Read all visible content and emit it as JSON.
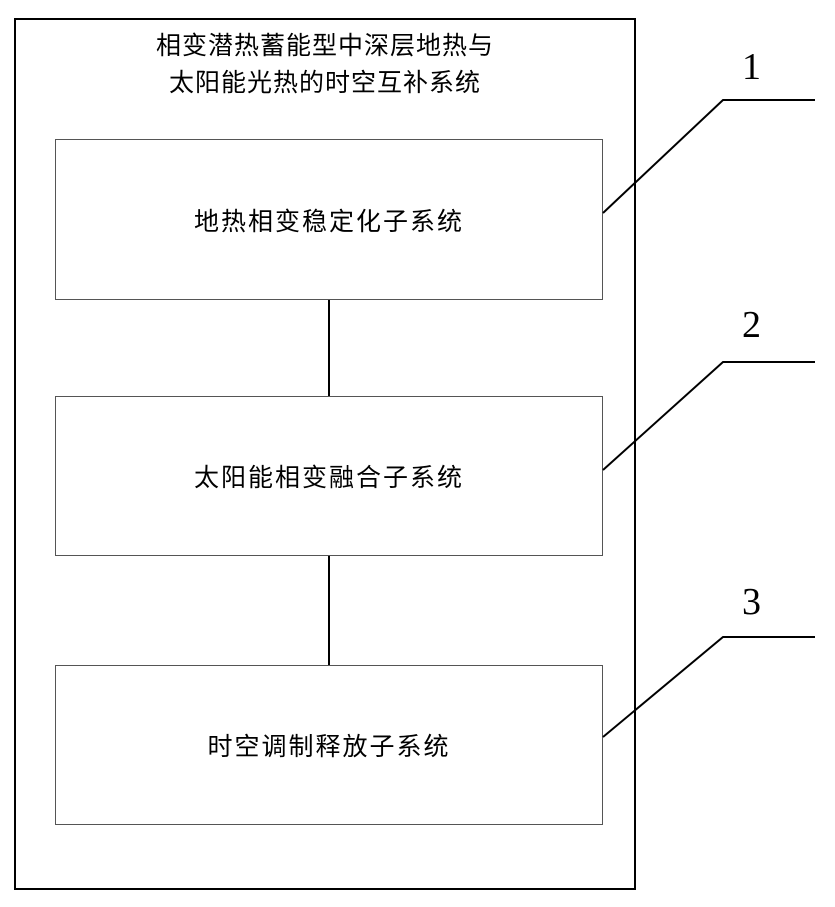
{
  "diagram": {
    "title": "相变潜热蓄能型中深层地热与太阳能光热的时空互补系统",
    "title_lines": [
      "相变潜热蓄能型中深层地热与",
      "太阳能光热的时空互补系统"
    ],
    "boxes": [
      {
        "id": "box1",
        "label": "地热相变稳定化子系统",
        "callout": "1"
      },
      {
        "id": "box2",
        "label": "太阳能相变融合子系统",
        "callout": "2"
      },
      {
        "id": "box3",
        "label": "时空调制释放子系统",
        "callout": "3"
      }
    ],
    "callouts": [
      {
        "number": "1"
      },
      {
        "number": "2"
      },
      {
        "number": "3"
      }
    ],
    "connectors": [
      {
        "from": "box1",
        "to": "box2"
      },
      {
        "from": "box2",
        "to": "box3"
      }
    ],
    "colors": {
      "outline": "#000000",
      "box_border": "#555555",
      "background": "#ffffff",
      "text": "#000000"
    }
  }
}
